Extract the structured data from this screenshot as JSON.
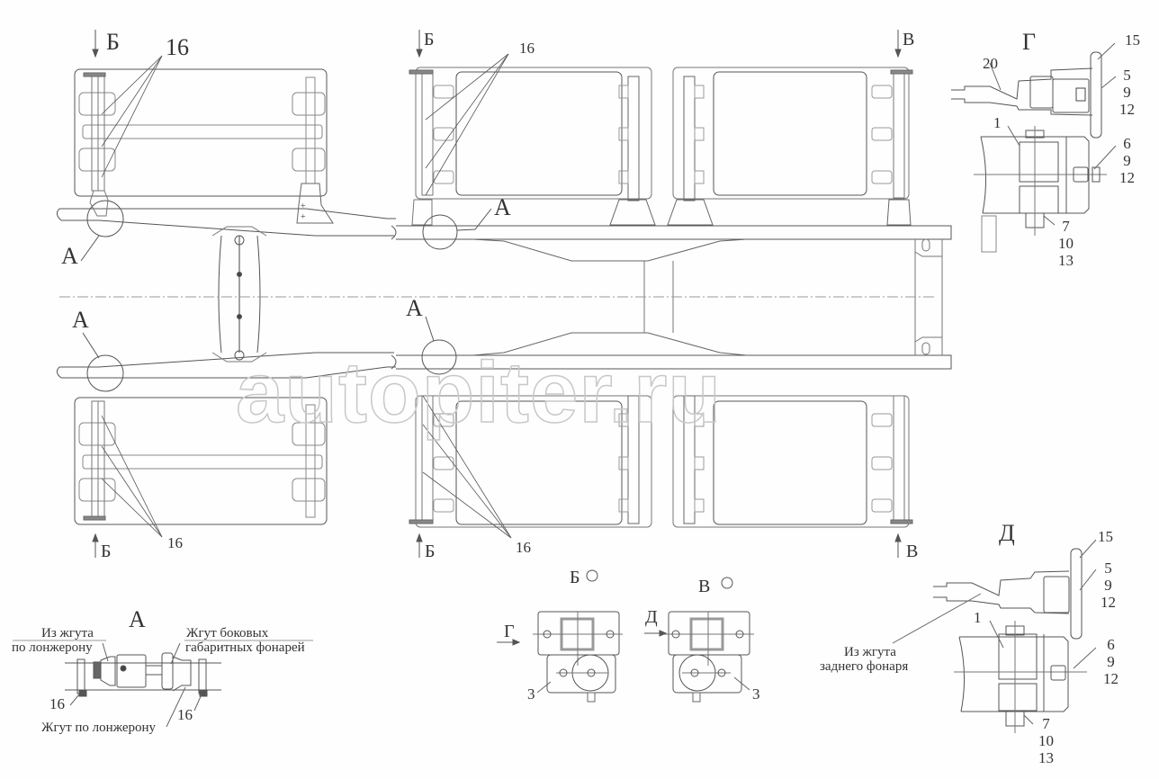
{
  "drawing": {
    "subject": "Chassis side-marker lamp harness installation (top view with detail views)",
    "watermark": "autopiter.ru",
    "views": {
      "main_top_labels": [
        "Б",
        "Б",
        "В"
      ],
      "main_bottom_labels": [
        "Б",
        "Б",
        "В"
      ],
      "callout_A": "А",
      "part_16": "16"
    },
    "detail_A": {
      "title": "А",
      "label_left": [
        "Из жгута",
        "по лонжерону"
      ],
      "label_right": [
        "Жгут боковых",
        "габаритных фонарей"
      ],
      "label_bottom": "Жгут по лонжерону",
      "parts": [
        "16",
        "16"
      ]
    },
    "view_B": {
      "title": "Б",
      "arrow_label": "Г",
      "part": "3"
    },
    "view_V": {
      "title": "В",
      "arrow_label": "Д",
      "part": "3"
    },
    "detail_G": {
      "title": "Г",
      "parts": {
        "p15": "15",
        "p20": "20",
        "p5": "5",
        "p9a": "9",
        "p12a": "12",
        "p1": "1",
        "p6": "6",
        "p9b": "9",
        "p12b": "12",
        "p7": "7",
        "p10": "10",
        "p13": "13"
      }
    },
    "detail_D": {
      "title": "Д",
      "harness_label": [
        "Из жгута",
        "заднего фонаря"
      ],
      "parts": {
        "p15": "15",
        "p5": "5",
        "p9a": "9",
        "p12a": "12",
        "p1": "1",
        "p6": "6",
        "p9b": "9",
        "p12b": "12",
        "p7": "7",
        "p10": "10",
        "p13": "13"
      }
    },
    "colors": {
      "line": "#555555",
      "light_line": "#9a9a9a",
      "background": "#fdfefd"
    }
  }
}
